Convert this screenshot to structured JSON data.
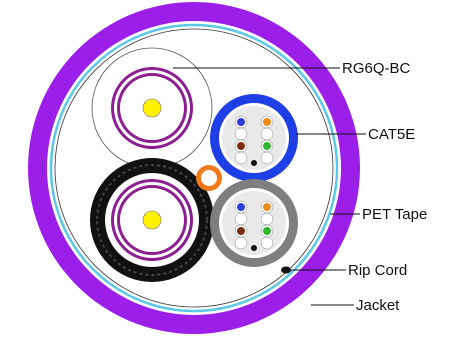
{
  "labels": {
    "rg6q": "RG6Q-BC",
    "cat5e": "CAT5E",
    "pet_tape": "PET Tape",
    "rip_cord": "Rip Cord",
    "jacket": "Jacket"
  },
  "colors": {
    "jacket": "#9B1FE8",
    "jacket_dark": "#8616CF",
    "pet_tape": "#5BC8E6",
    "rg6_dielectric": "#FFFFFF",
    "rg6_shield": "#8B1F8F",
    "rg6_center": "#FFF200",
    "rg6_black_jacket": "#111111",
    "cat5e_blue_jacket": "#1E3FE6",
    "cat5e_gray_jacket": "#7F7F7F",
    "rip_cord": "#F07A1A",
    "pair_blue": "#2C3FD6",
    "pair_orange": "#F08A1C",
    "pair_green": "#2FB52F",
    "pair_brown": "#7A2E0B"
  }
}
